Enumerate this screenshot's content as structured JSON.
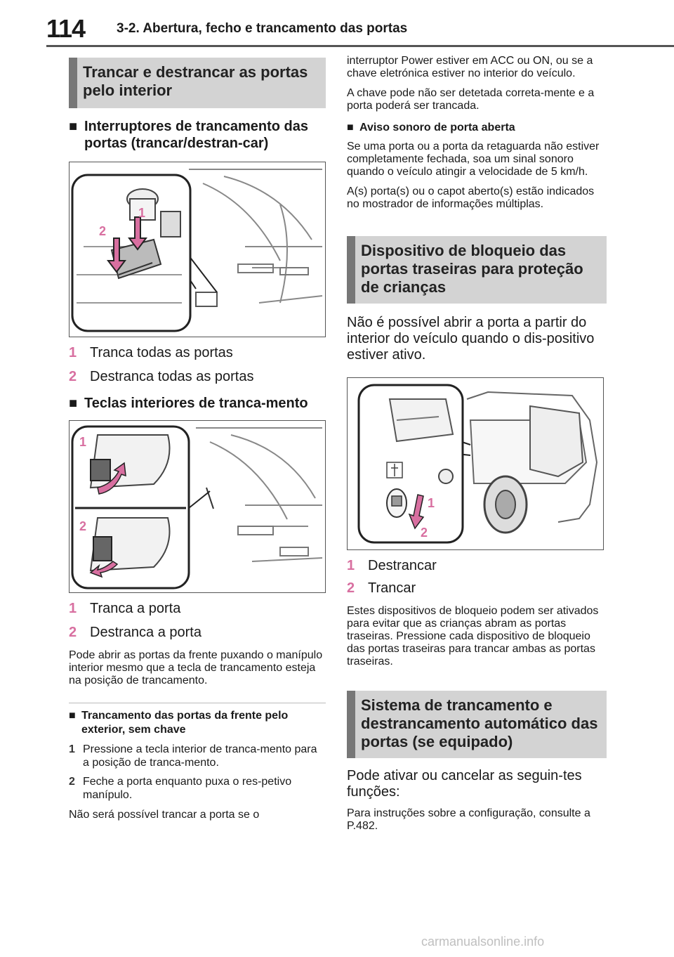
{
  "header": {
    "page_number": "114",
    "chapter": "3-2. Abertura, fecho e trancamento das portas"
  },
  "left": {
    "section1_title": "Trancar e destrancar as portas pelo interior",
    "sub1": {
      "marker": "■",
      "title": "Interruptores de trancamento das portas (trancar/destran-car)"
    },
    "fig1_labels": [
      "1",
      "2"
    ],
    "list1": [
      {
        "n": "1",
        "text": "Tranca todas as portas"
      },
      {
        "n": "2",
        "text": "Destranca todas as portas"
      }
    ],
    "sub2": {
      "marker": "■",
      "title": "Teclas interiores de tranca-mento"
    },
    "fig2_labels": [
      "1",
      "2"
    ],
    "list2": [
      {
        "n": "1",
        "text": "Tranca a porta"
      },
      {
        "n": "2",
        "text": "Destranca a porta"
      }
    ],
    "para1": "Pode abrir as portas da frente puxando o manípulo interior mesmo que a tecla de trancamento esteja na posição de trancamento.",
    "sub3": {
      "marker": "■",
      "title": "Trancamento das portas da frente pelo exterior, sem chave"
    },
    "list3": [
      {
        "n": "1",
        "text": "Pressione a tecla interior de tranca-mento para a posição de tranca-mento."
      },
      {
        "n": "2",
        "text": "Feche a porta enquanto puxa o res-petivo manípulo."
      }
    ],
    "para2": "Não será possível trancar a porta se o"
  },
  "right": {
    "para_cont": "interruptor Power estiver em ACC ou ON, ou se a chave eletrónica estiver no interior do veículo.",
    "para_cont2": "A chave pode não ser detetada correta-mente e a porta poderá ser trancada.",
    "sub4": {
      "marker": "■",
      "title": "Aviso sonoro de porta aberta"
    },
    "para3": "Se uma porta ou a porta da retaguarda não estiver completamente fechada, soa um sinal sonoro quando o veículo atingir a velocidade de 5 km/h.",
    "para4": "A(s) porta(s) ou o capot aberto(s) estão indicados no mostrador de informações múltiplas.",
    "section2_title": "Dispositivo de bloqueio das portas traseiras para proteção de crianças",
    "section2_body": "Não é possível abrir a porta a partir do interior do veículo quando o dis-positivo estiver ativo.",
    "fig3_labels": [
      "1",
      "2"
    ],
    "list4": [
      {
        "n": "1",
        "text": "Destrancar"
      },
      {
        "n": "2",
        "text": "Trancar"
      }
    ],
    "para5": "Estes dispositivos de bloqueio podem ser ativados para evitar que as crianças abram as portas traseiras. Pressione cada dispositivo de bloqueio das portas traseiras para trancar ambas as portas traseiras.",
    "section3_title": "Sistema de trancamento e destrancamento automático das portas (se equipado)",
    "section3_body": "Pode ativar ou cancelar as seguin-tes funções:",
    "para6": "Para instruções sobre a configuração, consulte a P.482."
  },
  "watermark": "carmanualsonline.info",
  "colors": {
    "accent_pink": "#d86fa0",
    "section_bg": "#d3d3d3",
    "section_bar": "#777777"
  }
}
